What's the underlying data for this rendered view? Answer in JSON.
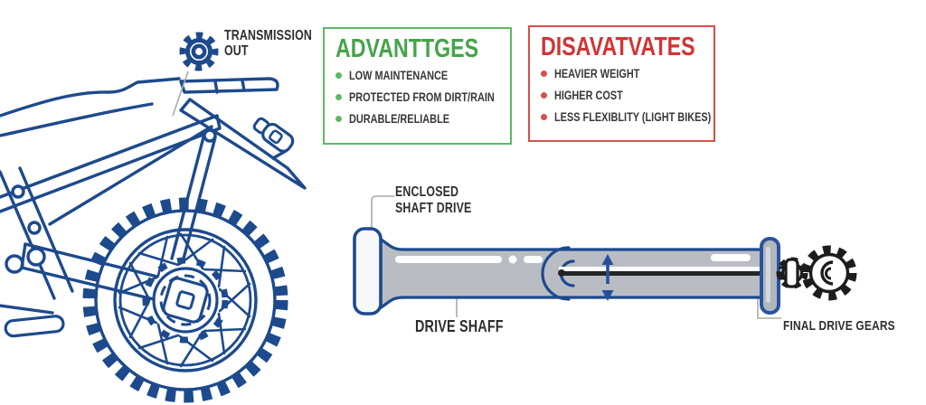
{
  "palette": {
    "line_blue": "#1d4a8d",
    "shaft_gray": "#b9bdc3",
    "green_accent": "#44a449",
    "green_border": "#5db961",
    "red_accent": "#d23434",
    "red_border": "#d6504c",
    "text_dark": "#2e2e2e",
    "gear_black": "#1d1d1d",
    "leader_gray": "#aaaaaa"
  },
  "transmission_note": {
    "line1": "TRANSMISSION",
    "line2": "OUT"
  },
  "advantages_box": {
    "title": "ADVANTTGES",
    "items": [
      "LOW MAINTENANCE",
      "PROTECTED FROM DIRT/RAIN",
      "DURABLE/RELIABLE"
    ]
  },
  "disadvantages_box": {
    "title": "DISAVATVATES",
    "items": [
      "HEAVIER WEIGHT",
      "HIGHER COST",
      "LESS FLEXIBLITY (LIGHT BIKES)"
    ]
  },
  "shaft_labels": {
    "enclosed_line1": "ENCLOSED",
    "enclosed_line2": "SHAFT DRIVE",
    "drive_shaft": "DRIVE SHAFF",
    "final_drive": "FINAL DRIVE GEARS"
  },
  "icons": {
    "transmission": "gear-icon",
    "final_drive": "meshed-gears-icon",
    "shaft_motion": "up-down-arrow-icon"
  }
}
